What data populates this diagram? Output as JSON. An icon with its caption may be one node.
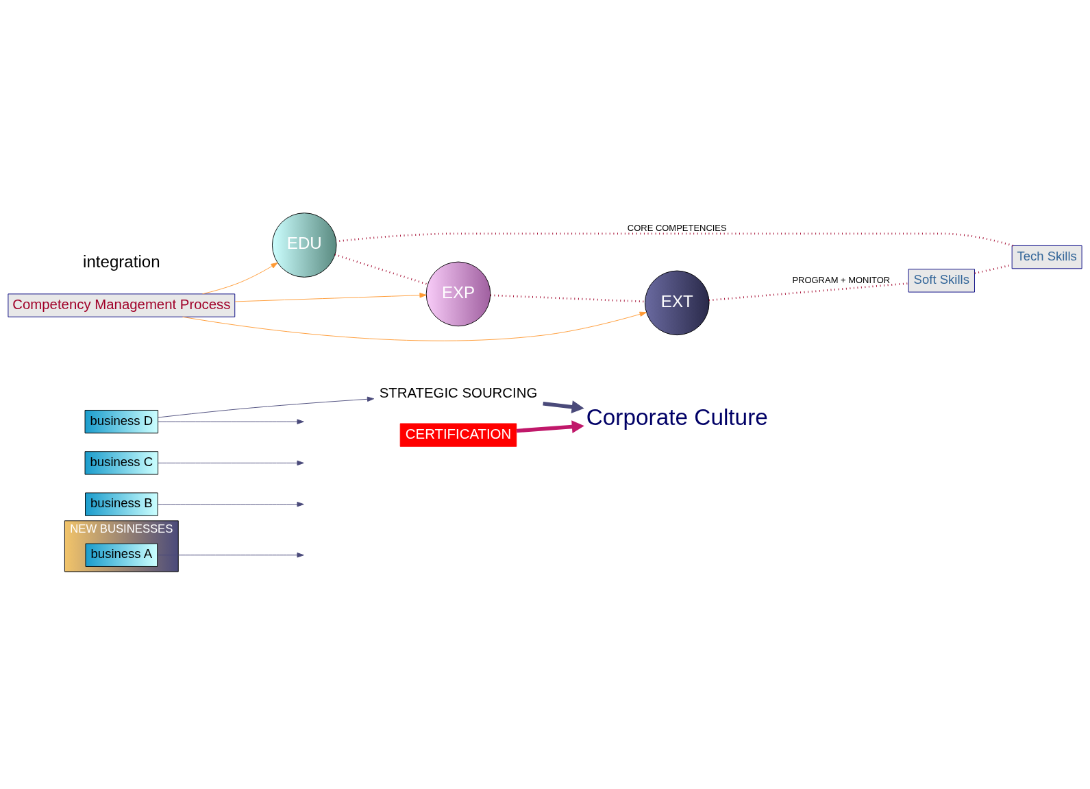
{
  "diagram": {
    "nodes": [
      {
        "text": [
          "NEW BUSINESSES"
        ]
      },
      {
        "text": [
          "business A"
        ],
        "in": 0
      },
      {
        "text": [
          "business B"
        ]
      },
      {
        "text": [
          "business C"
        ]
      },
      {
        "text": [
          "business D"
        ]
      },
      {
        "text": [
          "STRATEGIC SOURCING"
        ]
      },
      {
        "text": [
          "Competency Management Process"
        ]
      },
      {
        "text": [
          "EDU"
        ]
      },
      {
        "text": [
          "EXP"
        ]
      },
      {
        "text": [
          "EXT"
        ]
      },
      {
        "text": [
          "CERTIFICATION"
        ]
      },
      {
        "text": [
          "Tech Skills"
        ]
      },
      {
        "text": [
          "Soft Skills"
        ]
      },
      {
        "text": [
          "Corporate Culture"
        ]
      }
    ],
    "edges": [
      {
        "from": 6,
        "to": 7,
        "arrow": "to",
        "color": "#ff9933"
      },
      {
        "from": 6,
        "to": 8,
        "arrow": "to",
        "color": "#ff9933"
      },
      {
        "from": 6,
        "to": 9,
        "arrow": "to",
        "color": "#ff9933"
      },
      {
        "from": 1,
        "to": null,
        "arrow": "to"
      },
      {
        "from": 2,
        "to": null,
        "arrow": "to"
      },
      {
        "from": 3,
        "to": null,
        "arrow": "to"
      },
      {
        "from": 4,
        "to": null,
        "arrow": "to"
      },
      {
        "from": 4,
        "to": 5,
        "arrow": "to"
      },
      {
        "from": 5,
        "to": 13,
        "arrow": "to",
        "style": "thick"
      },
      {
        "from": 10,
        "to": 13,
        "arrow": "to",
        "style": "thick",
        "color": "#c0186a"
      },
      {
        "from": 7,
        "to": 8,
        "arrow": "none",
        "style": "dashed",
        "color": "#a00028"
      },
      {
        "from": 8,
        "to": 9,
        "arrow": "none",
        "style": "dashed",
        "color": "#a00028"
      },
      {
        "from": 9,
        "to": 12,
        "arrow": "none",
        "style": "dashed",
        "color": "#a00028",
        "label": "PROGRAM + MONITOR"
      },
      {
        "from": 12,
        "to": 11,
        "arrow": "none",
        "style": "dashed",
        "color": "#a00028"
      },
      {
        "from": 11,
        "to": 7,
        "arrow": "none",
        "style": "dashed",
        "color": "#a00028",
        "label": "CORE COMPETENCIES"
      }
    ],
    "labels": [
      "integration"
    ]
  }
}
